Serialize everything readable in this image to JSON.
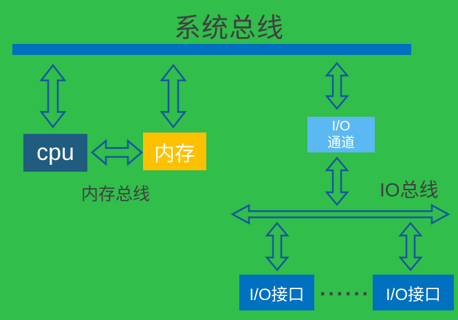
{
  "diagram": {
    "title": "系统总线",
    "nodes": {
      "cpu": {
        "label": "cpu"
      },
      "memory": {
        "label": "内存"
      },
      "io_channel": {
        "line1": "I/O",
        "line2": "通道"
      },
      "io_interface_left": {
        "label": "I/O接口"
      },
      "io_interface_right": {
        "label": "I/O接口"
      }
    },
    "labels": {
      "memory_bus": "内存总线",
      "io_bus": "IO总线",
      "ellipsis": "......"
    },
    "colors": {
      "background": "#31BE4B",
      "system_bus_bar": "#0070C0",
      "cpu_box": "#1F5C80",
      "memory_box": "#FFC000",
      "io_channel_box": "#5CB8F2",
      "io_interface_box": "#0070C0",
      "arrow_outline": "#1856A0",
      "label_text": "#404040",
      "box_text": "#FFFFFF"
    }
  }
}
